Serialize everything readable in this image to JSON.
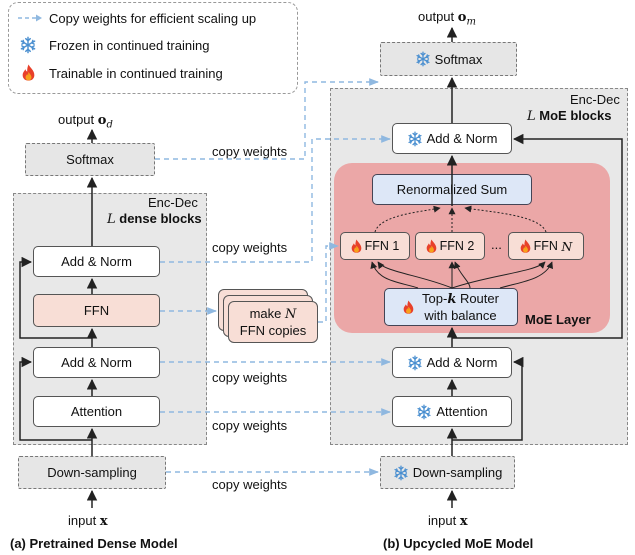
{
  "legend": {
    "copy": "Copy weights for efficient scaling up",
    "frozen": "Frozen in continued training",
    "trainable": "Trainable in continued training"
  },
  "left": {
    "output_label": "output",
    "output_var": "o",
    "output_sub": "d",
    "softmax": "Softmax",
    "encdec": "Enc-Dec",
    "blocks_var": "L",
    "blocks_label": "dense blocks",
    "add_norm_top": "Add & Norm",
    "ffn": "FFN",
    "add_norm_bottom": "Add & Norm",
    "attention": "Attention",
    "downsampling": "Down-sampling",
    "input_label": "input",
    "input_var": "x",
    "caption": "(a) Pretrained Dense Model"
  },
  "right": {
    "output_label": "output",
    "output_var": "o",
    "output_sub": "m",
    "softmax": "Softmax",
    "encdec": "Enc-Dec",
    "blocks_var": "L",
    "blocks_label": "MoE blocks",
    "add_norm_top": "Add & Norm",
    "renorm": "Renormalized Sum",
    "ffn1": "FFN 1",
    "ffn2": "FFN 2",
    "ffnN_label": "FFN",
    "ffnN_var": "N",
    "dots": "...",
    "router_line1a": "Top-",
    "router_var": "k",
    "router_line1b": " Router",
    "router_line2": "with balance",
    "moe_layer": "MoE Layer",
    "add_norm_bottom": "Add & Norm",
    "attention": "Attention",
    "downsampling": "Down-sampling",
    "input_label": "input",
    "input_var": "x",
    "caption": "(b) Upcycled MoE Model"
  },
  "middle": {
    "copy_weights": "copy weights",
    "make_label": "make",
    "make_var": "N",
    "ffn_copies": "FFN copies"
  },
  "colors": {
    "arrow_blue": "#8fb8e0",
    "moe_pink": "#eba7a7",
    "ffn_pink": "#f8ded6",
    "router_blue": "#dde7f7",
    "snow_blue": "#4a8fd0",
    "flame_red": "#e8402a",
    "flame_orange": "#f7a11b"
  }
}
